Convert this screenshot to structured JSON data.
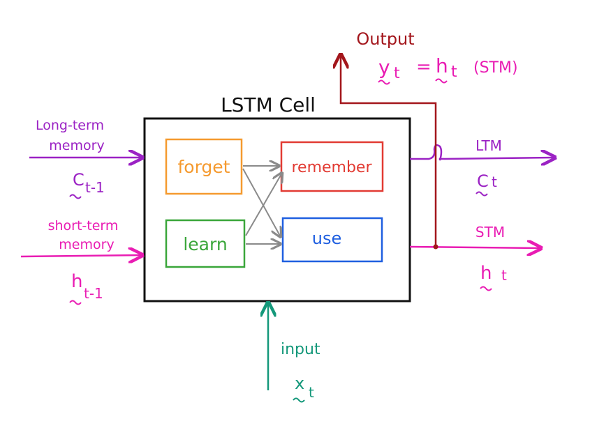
{
  "title": "LSTM Cell",
  "gates": {
    "forget": "forget",
    "learn": "learn",
    "remember": "remember",
    "use": "use"
  },
  "inputs": {
    "ltm_label_line1": "Long-term",
    "ltm_label_line2": "memory",
    "ltm_symbol": "C",
    "ltm_subscript": "t-1",
    "stm_label_line1": "short-term",
    "stm_label_line2": "memory",
    "stm_symbol": "h",
    "stm_subscript": "t-1",
    "x_label": "input",
    "x_symbol": "x",
    "x_subscript": "t"
  },
  "outputs": {
    "output_label": "Output",
    "y_symbol": "y",
    "y_subscript": "t",
    "equals": "=",
    "h_symbol": "h",
    "h_subscript": "t",
    "stm_note": "(STM)",
    "ltm_label": "LTM",
    "ltm_symbol": "C",
    "ltm_subscript": "t",
    "stm_label": "STM",
    "stm_symbol": "h",
    "stm_subscript": "t"
  },
  "colors": {
    "purple": "#9b22c4",
    "magenta": "#e91cb3",
    "dark_red": "#a3161c",
    "teal": "#14987a",
    "orange": "#f59a2f",
    "green": "#3aa63a",
    "red": "#e23b33",
    "blue": "#1f5fe0",
    "gray": "#8a8a8a",
    "black": "#111111"
  }
}
